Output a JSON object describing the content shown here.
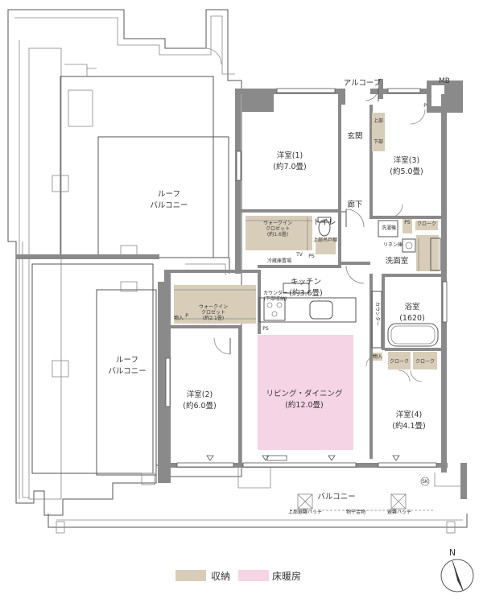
{
  "rooms": {
    "western1": {
      "name": "洋室(1)",
      "size": "(約7.0畳)"
    },
    "western2": {
      "name": "洋室(2)",
      "size": "(約6.0畳)"
    },
    "western3": {
      "name": "洋室(3)",
      "size": "(約5.0畳)"
    },
    "western4": {
      "name": "洋室(4)",
      "size": "(約4.1畳)"
    },
    "living": {
      "name": "リビング・ダイニング",
      "size": "(約12.0畳)"
    },
    "kitchen": {
      "name": "キッチン",
      "size": "(約3.6畳)"
    },
    "bath": {
      "name": "浴室",
      "size": "(1620)"
    },
    "washroom": {
      "name": "洗面室"
    },
    "toilet": {
      "name": "トイレ"
    },
    "entrance": {
      "name": "玄関"
    },
    "hallway": {
      "name": "廊下"
    },
    "alcove": {
      "name": "アルコーブ"
    },
    "balcony": {
      "name": "バルコニー"
    },
    "roof_balcony_top": {
      "line1": "ルーフ",
      "line2": "バルコニー"
    },
    "roof_balcony_bottom": {
      "line1": "ルーフ",
      "line2": "バルコニー"
    }
  },
  "small_labels": {
    "mb": "MB",
    "wic1_line1": "ウォークイン",
    "wic1_line2": "クロゼット",
    "wic1_line3": "(約1.6畳)",
    "wic2_line1": "ウォークイン",
    "wic2_line2": "クロゼット",
    "wic2_line3": "(約2.1畳)",
    "counter_left_line1": "カウンター",
    "counter_left_line2": "(下部収納)",
    "counter_right": "カウンター",
    "closet": "クローク",
    "linen": "リネン庫",
    "storage_in": "物入",
    "tv": "TV",
    "ps": "PS",
    "p": "P",
    "sk": "SK",
    "hatch1": "上部避難ハッチ",
    "hatch2": "避難ハッチ",
    "dryer": "物干金物",
    "washer": "洗濯機",
    "shoe_upper": "上部",
    "shoe_lower": "下部",
    "fridge": "冷蔵庫置場",
    "shelf": "上部吊戸棚"
  },
  "legend": {
    "storage_label": "収納",
    "storage_color": "#d8cdb9",
    "heating_label": "床暖房",
    "heating_color": "#f5d4e5"
  },
  "compass": {
    "north_label": "N"
  }
}
